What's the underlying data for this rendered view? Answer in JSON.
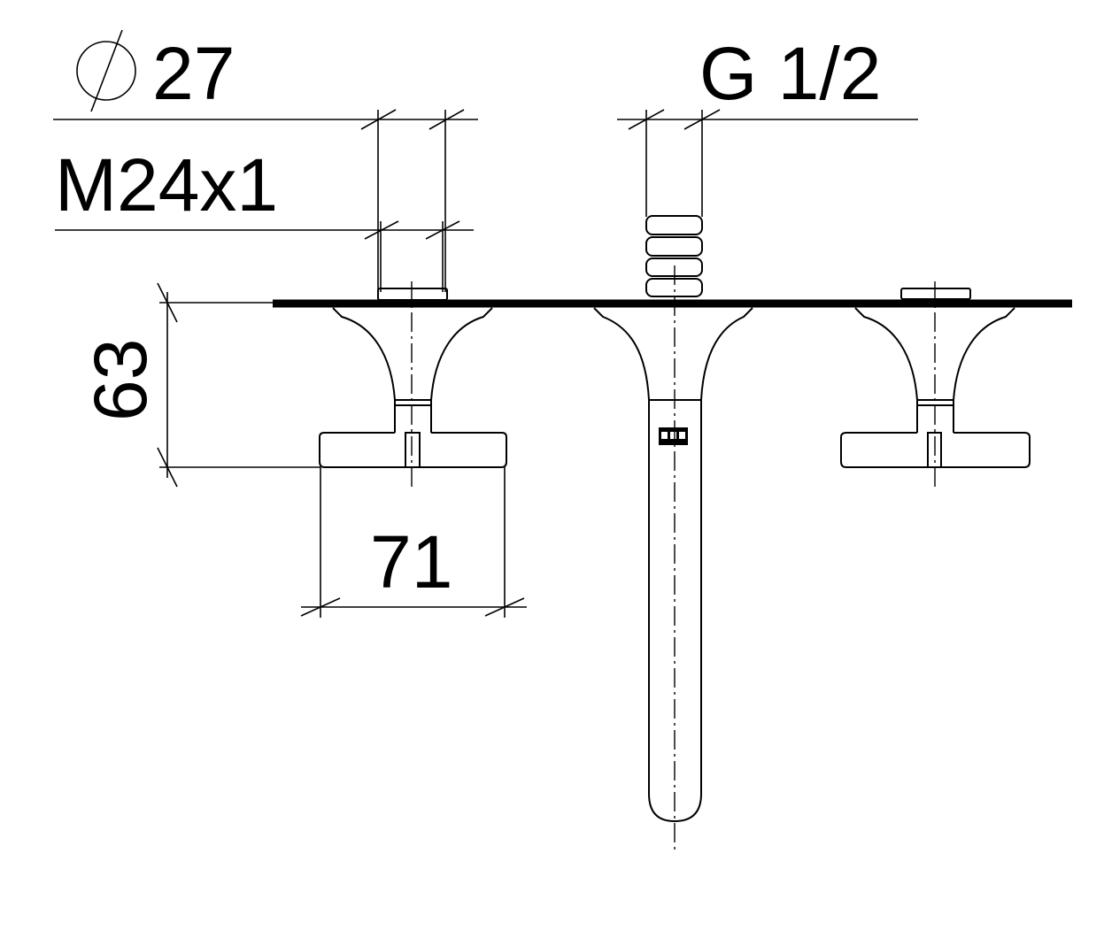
{
  "diagram": {
    "dimensions": {
      "diameter_symbol": "⌀",
      "diameter_value": "27",
      "thread_pipe": "G 1/2",
      "thread_metric": "M24x1",
      "height": "63",
      "width": "71"
    }
  }
}
